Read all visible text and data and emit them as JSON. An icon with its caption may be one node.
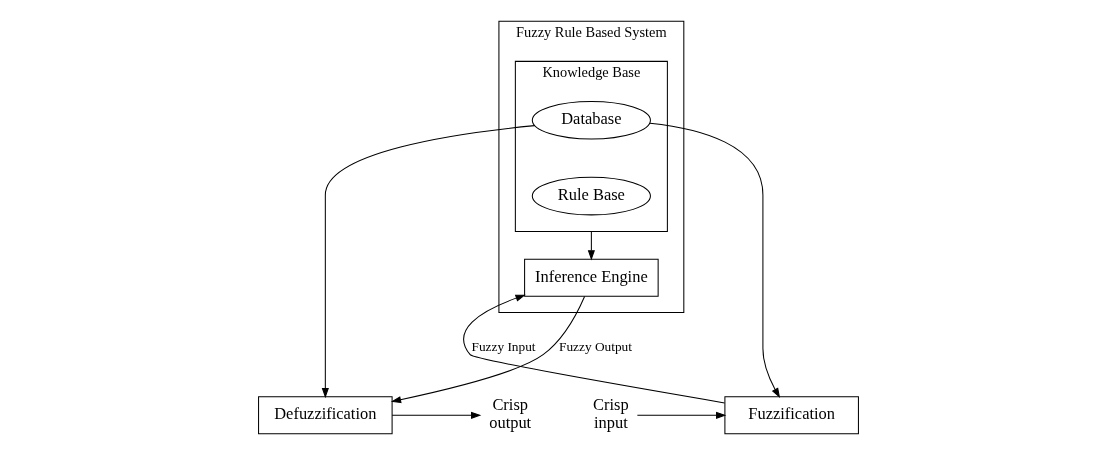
{
  "diagram": {
    "nodes": [
      {
        "text": [
          "Fuzzy Rule Based System"
        ]
      },
      {
        "text": [
          "Knowledge Base"
        ],
        "in": 0
      },
      {
        "text": [
          "Database"
        ],
        "in": 1
      },
      {
        "text": [
          "Rule Base"
        ],
        "in": 1
      },
      {
        "text": [
          "Fuzzification"
        ]
      },
      {
        "text": [
          "Inference Engine"
        ],
        "in": 0
      },
      {
        "text": [
          "Defuzzification"
        ]
      },
      {
        "text": [
          "Crisp input"
        ]
      },
      {
        "text": [
          "Crisp output"
        ]
      }
    ],
    "edges": [
      {
        "from": 7,
        "to": 4,
        "arrow": "to"
      },
      {
        "from": 4,
        "to": 5,
        "arrow": "to",
        "label": "Fuzzy Input"
      },
      {
        "from": 5,
        "to": 6,
        "arrow": "to",
        "label": "Fuzzy Output"
      },
      {
        "from": 6,
        "to": 8,
        "arrow": "to"
      },
      {
        "from": 2,
        "to": 4,
        "arrow": "to"
      },
      {
        "from": 2,
        "to": 6,
        "arrow": "to"
      },
      {
        "from": 1,
        "to": 5,
        "arrow": "to"
      }
    ]
  }
}
